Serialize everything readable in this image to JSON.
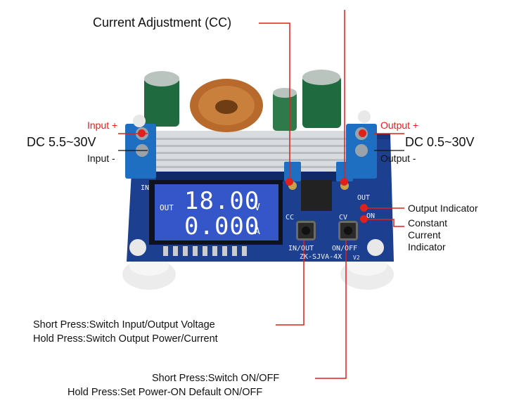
{
  "callouts": {
    "current_adjustment": "Current Adjustment (CC)",
    "input_plus": "Input +",
    "input_minus": "Input -",
    "input_range": "DC 5.5~30V",
    "output_plus": "Output +",
    "output_minus": "Output -",
    "output_range": "DC 0.5~30V",
    "output_indicator": "Output Indicator",
    "cc_indicator_line1": "Constant",
    "cc_indicator_line2": "Current",
    "cc_indicator_line3": "Indicator",
    "inout_line1": "Short Press:Switch Input/Output Voltage",
    "inout_line2": "Hold Press:Switch Output Power/Current",
    "onoff_line1": "Short Press:Switch ON/OFF",
    "onoff_line2": "Hold Press:Set Power-ON Default ON/OFF"
  },
  "lcd": {
    "mode": "OUT",
    "voltage": "18.00",
    "voltage_unit": "V",
    "current": "0.000",
    "current_unit": "A"
  },
  "board": {
    "btn_inout_label": "IN/OUT",
    "btn_onoff_label": "ON/OFF",
    "model": "ZK-SJVA-4X",
    "version": "V2",
    "in_silk": "IN",
    "out_silk": "OUT",
    "cc_silk": "CC",
    "cv_silk": "CV",
    "on_silk": "ON"
  },
  "colors": {
    "pcb": "#1c3f8f",
    "lcd": "#3556c8",
    "accent": "#e0201a",
    "terminal": "#1e6fc2"
  }
}
